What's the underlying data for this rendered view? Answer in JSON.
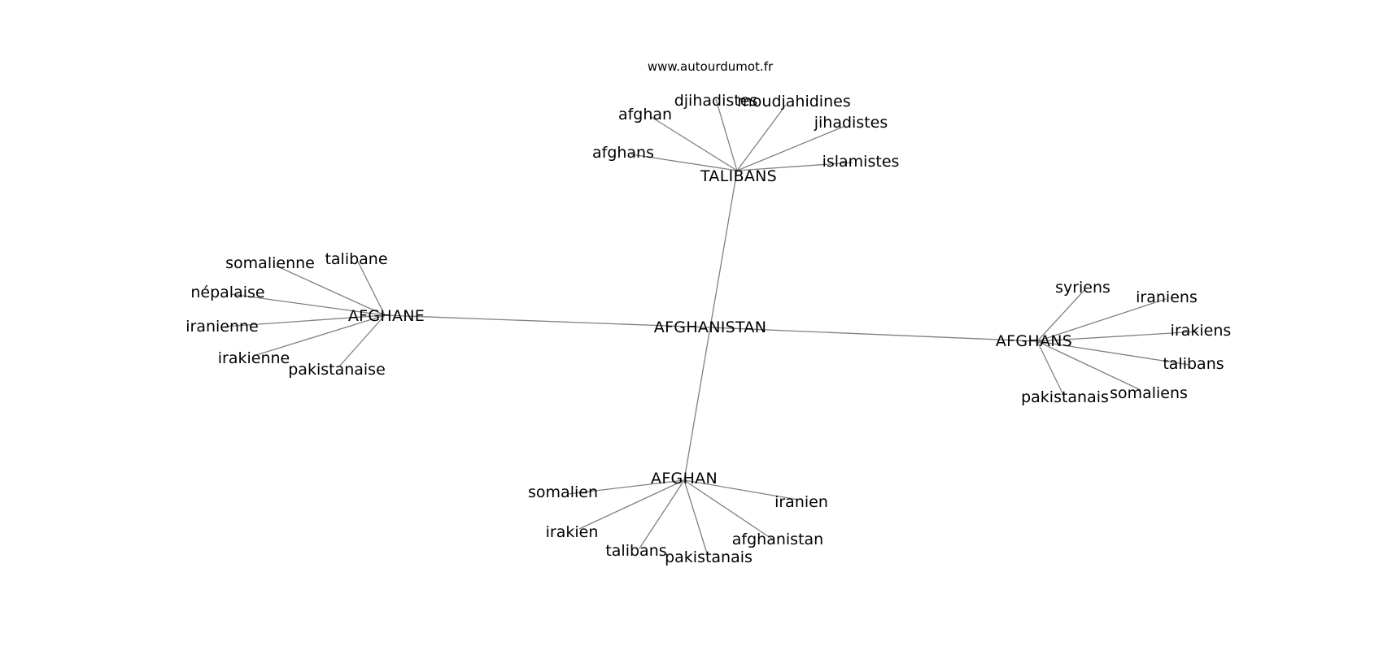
{
  "source": "www.autourdumot.fr",
  "root": "AFGHANISTAN",
  "hubs": [
    {
      "id": "talibans",
      "label": "TALIBANS",
      "leaves": [
        "afghan",
        "djihadistes",
        "moudjahidines",
        "jihadistes",
        "afghans",
        "islamistes"
      ]
    },
    {
      "id": "afghane",
      "label": "AFGHANE",
      "leaves": [
        "somalienne",
        "talibane",
        "népalaise",
        "iranienne",
        "irakienne",
        "pakistanaise"
      ]
    },
    {
      "id": "afghans",
      "label": "AFGHANS",
      "leaves": [
        "syriens",
        "iraniens",
        "irakiens",
        "talibans",
        "somaliens",
        "pakistanais"
      ]
    },
    {
      "id": "afghan",
      "label": "AFGHAN",
      "leaves": [
        "somalien",
        "iranien",
        "irakien",
        "afghanistan",
        "talibans",
        "pakistanais"
      ]
    }
  ]
}
